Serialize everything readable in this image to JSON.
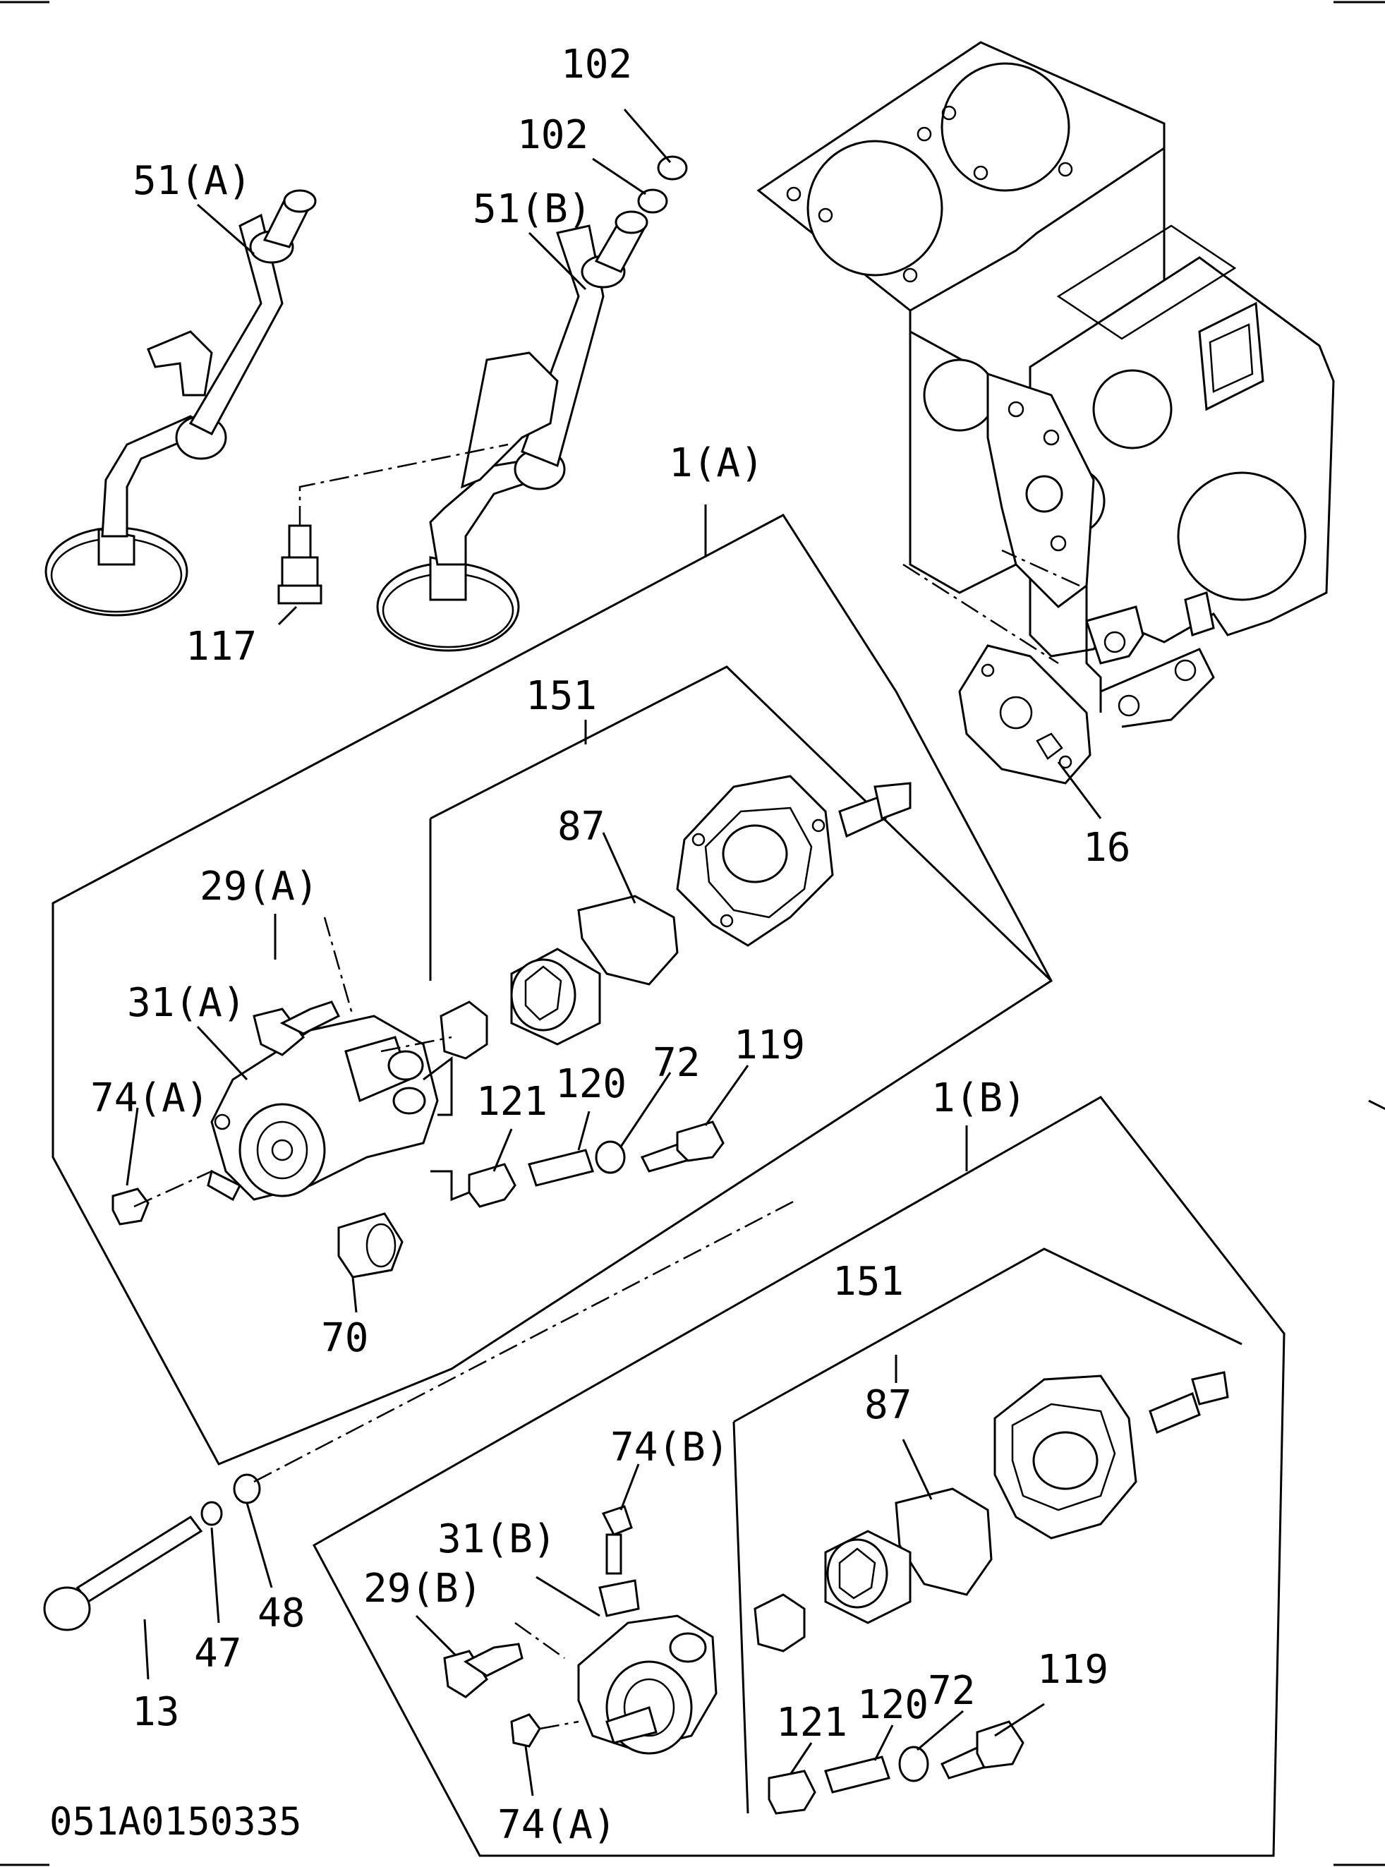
{
  "labels": {
    "p102a": "102",
    "p102b": "102",
    "p51a": "51(A)",
    "p51b": "51(B)",
    "p117": "117",
    "p1a": "1(A)",
    "p151a": "151",
    "p87a": "87",
    "p16": "16",
    "p29a": "29(A)",
    "p31a": "31(A)",
    "p74a_top": "74(A)",
    "p121a": "121",
    "p120a": "120",
    "p72a": "72",
    "p119a": "119",
    "p70": "70",
    "p1b": "1(B)",
    "p151b": "151",
    "p87b": "87",
    "p74b": "74(B)",
    "p31b": "31(B)",
    "p29b": "29(B)",
    "p47": "47",
    "p48": "48",
    "p13": "13",
    "p121b": "121",
    "p120b": "120",
    "p72b": "72",
    "p119b": "119",
    "p74a_bot": "74(A)"
  },
  "drawing_code": "051A0150335"
}
